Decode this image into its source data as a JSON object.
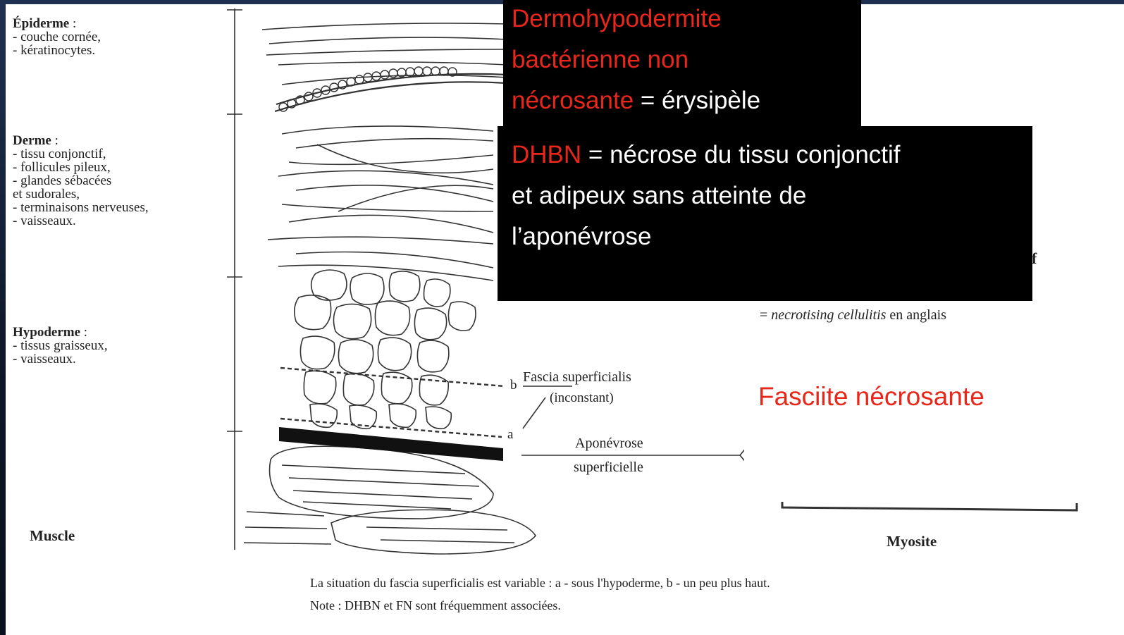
{
  "epiderme": {
    "title": "Épiderme",
    "colon": " :",
    "lines": [
      "- couche cornée,",
      "- kératinocytes."
    ]
  },
  "derme": {
    "title": "Derme",
    "colon": " :",
    "lines": [
      "- tissu conjonctif,",
      "- follicules pileux,",
      "- glandes sébacées",
      "et sudorales,",
      "- terminaisons nerveuses,",
      "- vaisseaux."
    ]
  },
  "hypoderme": {
    "title": "Hypoderme",
    "colon": " :",
    "lines": [
      "- tissus graisseux,",
      "- vaisseaux."
    ]
  },
  "muscle": "Muscle",
  "myosite": "Myosite",
  "fascia": {
    "letter_b": "b",
    "label": "Fascia superficialis",
    "sub": "(inconstant)",
    "letter_a": "a"
  },
  "aponevrose": {
    "line1": "Aponévrose",
    "line2": "superficielle"
  },
  "necrotising": {
    "prefix": "= ",
    "italic": "necrotising cellulitis",
    "suffix": " en anglais"
  },
  "partial_letter": "f",
  "footnote": {
    "line1": "La situation du fascia superficialis est variable : a - sous l'hypoderme, b - un peu plus haut.",
    "line2": "Note : DHBN et FN sont fréquemment associées."
  },
  "box1": {
    "line1": "Dermohypodermite",
    "line2": "bactérienne non",
    "line3_red": "nécrosante",
    "line3_white": " = érysipèle"
  },
  "box2": {
    "red": "DHBN",
    "line1": " = nécrose du tissu conjonctif",
    "line2": " et adipeux sans atteinte de",
    "line3": "l’aponévrose"
  },
  "fasciite": "Fasciite nécrosante",
  "colors": {
    "red": "#e8271a",
    "box": "#000000",
    "background": "#0e1626"
  }
}
